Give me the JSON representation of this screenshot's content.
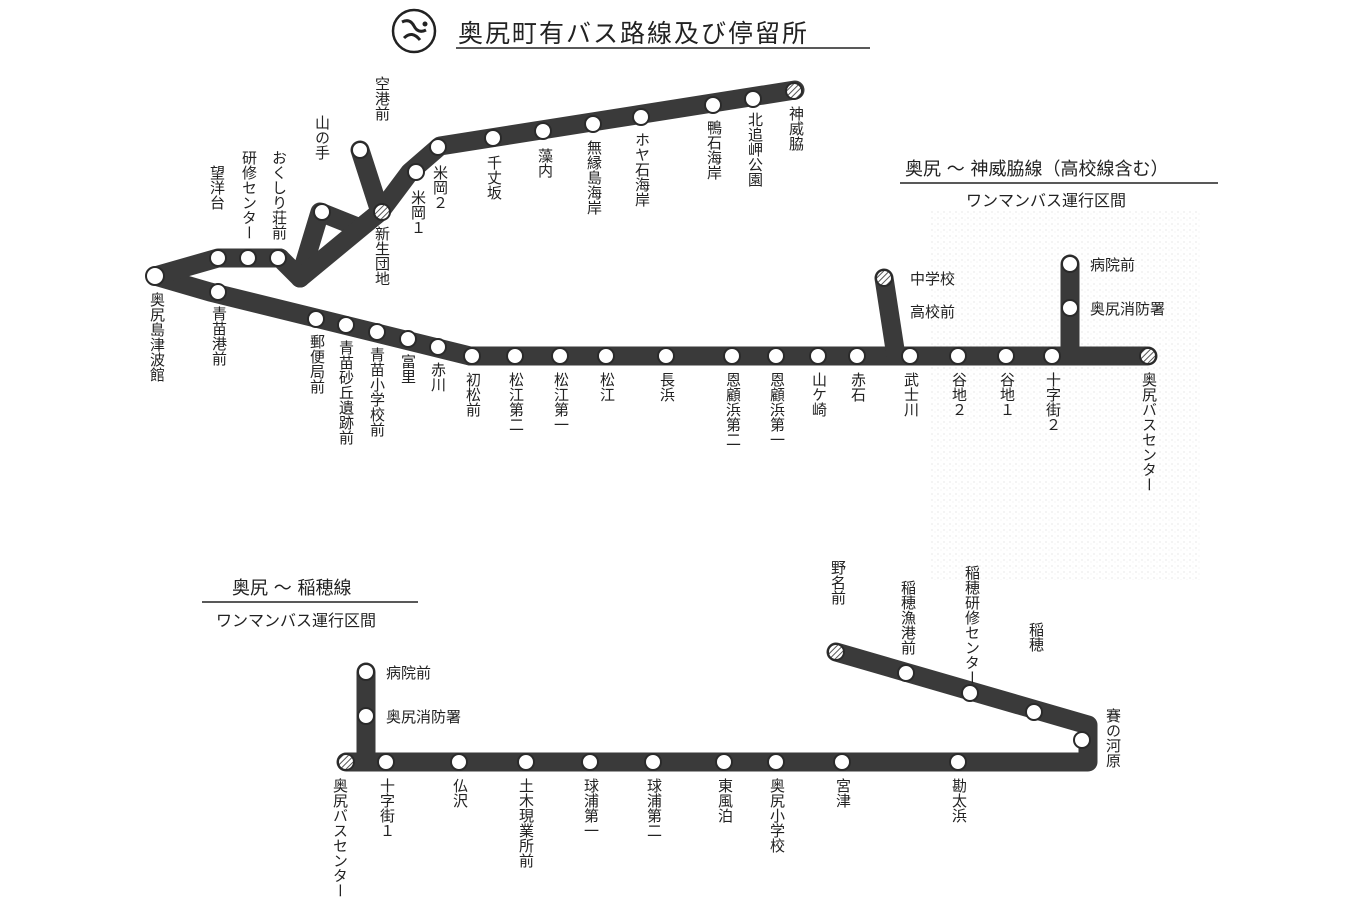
{
  "title": "奥尻町有バス路線及び停留所",
  "logo": {
    "icon": "town-emblem-icon"
  },
  "colors": {
    "route": "#3a3a3a",
    "stop_fill": "#ffffff",
    "terminal_hatch": "#555555"
  },
  "legends": [
    {
      "title": "奥尻 ～ 神威脇線（高校線含む）",
      "subtitle": "ワンマンバス運行区間"
    },
    {
      "title": "奥尻 ～ 稲穂線",
      "subtitle": "ワンマンバス運行区間"
    }
  ],
  "kamuiwaki_line": {
    "stops": [
      "奥尻島津波館",
      "望洋台",
      "研修センター",
      "おくしり荘前",
      "青苗港前",
      "山の手",
      "空港前",
      "新生団地",
      "米岡１",
      "米岡２",
      "千丈坂",
      "藻内",
      "無縁島海岸",
      "ホヤ石海岸",
      "鴨石海岸",
      "北追岬公園",
      "神威脇",
      "郵便局前",
      "青苗砂丘遺跡前",
      "青苗小学校前",
      "富里",
      "赤川",
      "初松前",
      "松江第二",
      "松江第一",
      "松江",
      "長浜",
      "恩顧浜第二",
      "恩顧浜第一",
      "山ケ崎",
      "赤石",
      "武士川",
      "谷地２",
      "谷地１",
      "十字街２",
      "奥尻バスセンター",
      "中学校",
      "高校前",
      "病院前",
      "奥尻消防署"
    ]
  },
  "inaho_line": {
    "stops": [
      "奥尻バスセンター",
      "病院前",
      "奥尻消防署",
      "十字街１",
      "仏沢",
      "土木現業所前",
      "球浦第一",
      "球浦第二",
      "東風泊",
      "奥尻小学校",
      "宮津",
      "勘太浜",
      "賽の河原",
      "稲穂",
      "稲穂研修センター",
      "稲穂漁港前",
      "野名前"
    ]
  }
}
